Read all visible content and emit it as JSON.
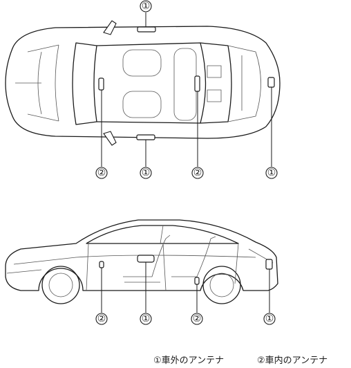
{
  "callouts": {
    "exterior": "①",
    "interior": "②"
  },
  "legend": {
    "item1": "①車外のアンテナ",
    "item2": "②車内のアンテナ"
  }
}
